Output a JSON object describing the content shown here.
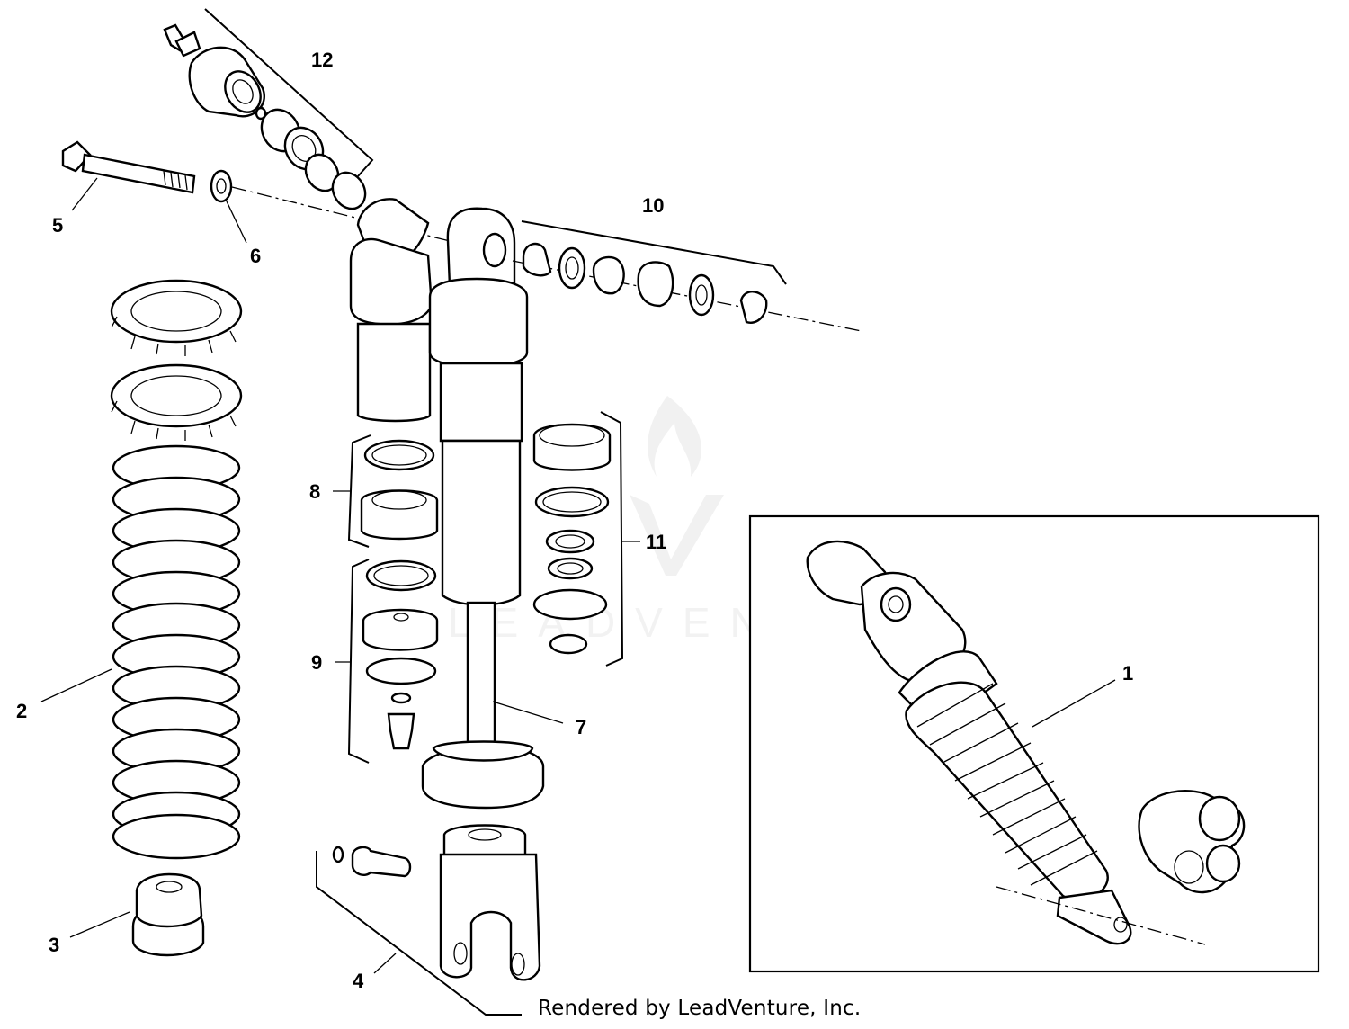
{
  "diagram": {
    "callouts": {
      "c1": "1",
      "c2": "2",
      "c3": "3",
      "c4": "4",
      "c5": "5",
      "c6": "6",
      "c7": "7",
      "c8": "8",
      "c9": "9",
      "c10": "10",
      "c11": "11",
      "c12": "12"
    },
    "watermark": "LEADVENTURE"
  },
  "footer": {
    "credit": "Rendered by LeadVenture, Inc."
  }
}
